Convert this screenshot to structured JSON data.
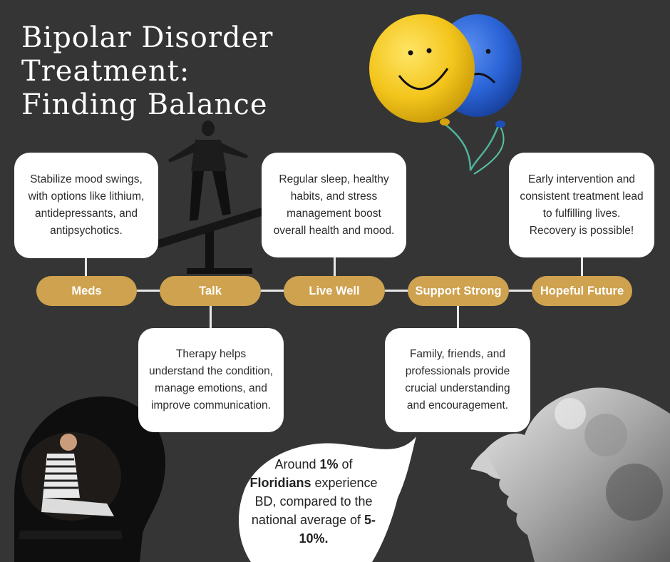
{
  "title": {
    "line1": "Bipolar Disorder",
    "line2": "Treatment:",
    "line3": "Finding Balance"
  },
  "steps": [
    {
      "label": "Meds",
      "text": "Stabilize mood swings, with options like lithium, antidepressants, and antipsychotics."
    },
    {
      "label": "Talk",
      "text": "Therapy helps understand the condition, manage emotions, and improve communication."
    },
    {
      "label": "Live Well",
      "text": "Regular sleep, healthy habits, and stress management boost overall health and mood."
    },
    {
      "label": "Support Strong",
      "text": "Family, friends, and professionals provide crucial understanding and encouragement."
    },
    {
      "label": "Hopeful Future",
      "text": "Early intervention and consistent treatment lead to fulfilling lives. Recovery is possible!"
    }
  ],
  "stat": {
    "p1": "Around ",
    "b1": "1%",
    "p2": " of ",
    "b2": "Floridians",
    "p3": " experience BD, compared to the national average of ",
    "b3": "5-10%."
  },
  "colors": {
    "background": "#353535",
    "pill": "#cfa24f",
    "happy_balloon": "#f3c51c",
    "sad_balloon": "#2a63d6"
  }
}
